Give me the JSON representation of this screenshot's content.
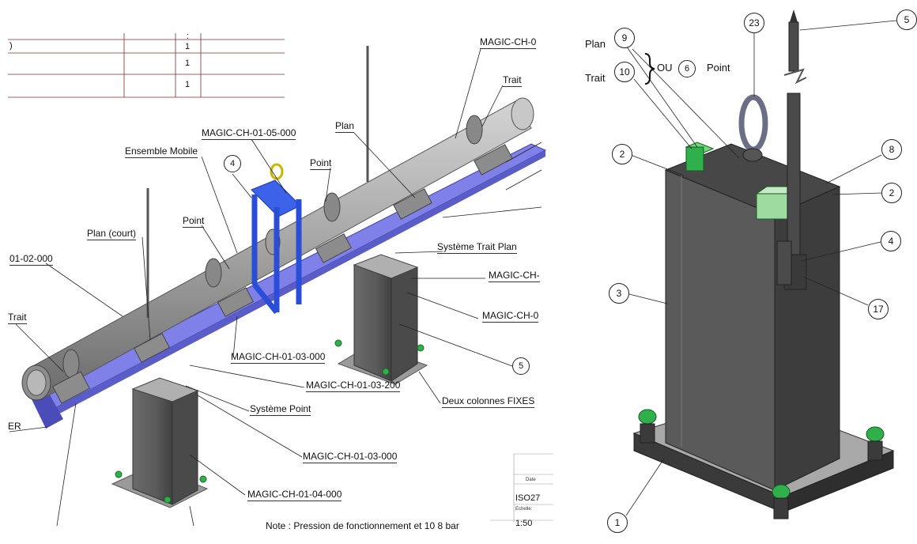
{
  "left_view": {
    "table_rows": [
      "1",
      "1",
      "1"
    ],
    "table_row_prefix": ")",
    "table_col_mark": ":",
    "labels": {
      "magic_top": "MAGIC-CH-0",
      "trait_top": "Trait",
      "magic_05": "MAGIC-CH-01-05-000",
      "plan": "Plan",
      "ensemble_mobile": "Ensemble Mobile",
      "point_mid": "Point",
      "point_left": "Point",
      "plan_court": "Plan (court)",
      "systeme_trait_plan": "Système Trait Plan",
      "magic_right1": "MAGIC-CH-",
      "magic_right2": "MAGIC-CH-0",
      "magic_01_02": "01-02-000",
      "trait_left": "Trait",
      "magic_03_a": "MAGIC-CH-01-03-000",
      "magic_03_200": "MAGIC-CH-01-03-200",
      "systeme_point": "Système Point",
      "deux_colonnes": "Deux colonnes FIXES",
      "magic_03_b": "MAGIC-CH-01-03-000",
      "magic_04": "MAGIC-CH-01-04-000",
      "er": "ER",
      "note": "Note : Pression de fonctionnement et 10 8 bar"
    },
    "balloons": {
      "b4": "4",
      "b5": "5"
    },
    "title_block": {
      "date": "Date",
      "iso": "ISO27",
      "echelle": "Echelle:",
      "scale": "1:50"
    }
  },
  "right_view": {
    "balloons": {
      "b9": "9",
      "b10": "10",
      "b6": "6",
      "b23": "23",
      "b5": "5",
      "b2a": "2",
      "b8": "8",
      "b2b": "2",
      "b4": "4",
      "b3": "3",
      "b17": "17",
      "b1": "1"
    },
    "labels": {
      "plan": "Plan",
      "trait": "Trait",
      "ou": "OU",
      "point": "Point"
    }
  },
  "colors": {
    "steel": "#9a9a9a",
    "dark_steel": "#565656",
    "rail": "#7f80e8",
    "frame_blue": "#2a4fd6",
    "green": "#2fb04a",
    "ring": "#6a6f86"
  }
}
